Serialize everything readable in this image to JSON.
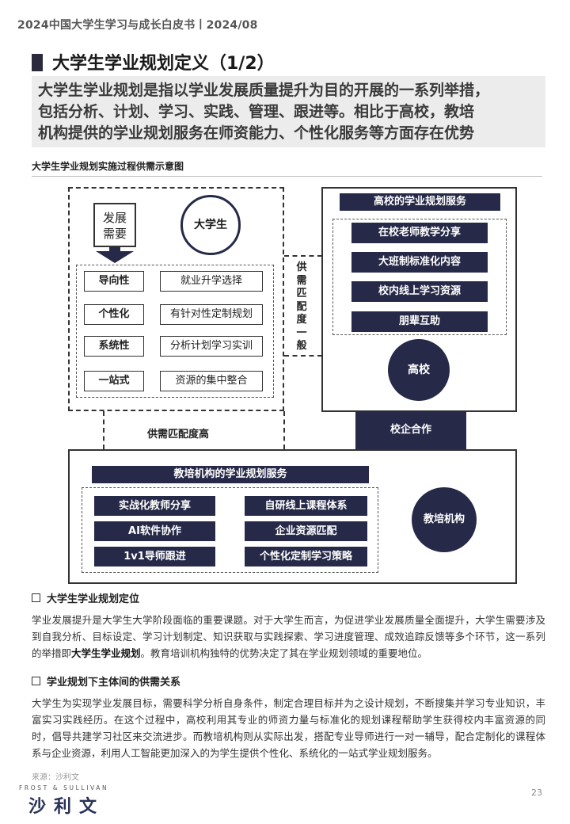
{
  "header": {
    "text": "2024中国大学生学习与成长白皮书丨2024/08"
  },
  "title": "大学生学业规划定义（1/2）",
  "summary": {
    "line1": "大学生学业规划是指以学业发展质量提升为目的开展的一系列举措，",
    "line2": "包括分析、计划、学习、实践、管理、跟进等。相比于高校，教培",
    "line3": "机构提供的学业规划服务在师资能力、个性化服务等方面存在优势"
  },
  "diagram": {
    "title": "大学生学业规划实施过程供需示意图",
    "needs_label": "发展\n需要",
    "student": "大学生",
    "traits": [
      {
        "key": "导向性",
        "value": "就业升学选择"
      },
      {
        "key": "个性化",
        "value": "有针对性定制规划"
      },
      {
        "key": "系统性",
        "value": "分析计划学习实训"
      },
      {
        "key": "一站式",
        "value": "资源的集中整合"
      }
    ],
    "match_general": "供需匹配度一般",
    "match_high": "供需匹配度高",
    "university_header": "高校的学业规划服务",
    "university_services": [
      "在校老师教学分享",
      "大班制标准化内容",
      "校内线上学习资源",
      "朋辈互助"
    ],
    "university": "高校",
    "cooperation": "校企合作",
    "institution_header": "教培机构的学业规划服务",
    "institution_services": [
      "实战化教师分享",
      "自研线上课程体系",
      "AI软件协作",
      "企业资源匹配",
      "1v1导师跟进",
      "个性化定制学习策略"
    ],
    "institution": "教培机构",
    "colors": {
      "navy": "#262a48",
      "summary_bg": "#ececec"
    }
  },
  "sections": [
    {
      "heading": "大学生学业规划定位",
      "text_before": "学业发展提升是大学生大学阶段面临的重要课题。对于大学生而言，为促进学业发展质量全面提升，大学生需要涉及到自我分析、目标设定、学习计划制定、知识获取与实践探索、学习进度管理、成效追踪反馈等多个环节，这一系列的举措即",
      "bold": "大学生学业规划",
      "text_after": "。教育培训机构独特的优势决定了其在学业规划领域的重要地位。"
    },
    {
      "heading": "学业规划下主体间的供需关系",
      "text": "大学生为实现学业发展目标，需要科学分析自身条件，制定合理目标并为之设计规划，不断搜集并学习专业知识，丰富实习实践经历。在这个过程中，高校利用其专业的师资力量与标准化的规划课程帮助学生获得校内丰富资源的同时，倡导共建学习社区来交流进步。而教培机构则从实际出发，搭配专业导师进行一对一辅导，配合定制化的课程体系与企业资源，利用人工智能更加深入的为学生提供个性化、系统化的一站式学业规划服务。"
    }
  ],
  "footer": {
    "source": "来源：沙利文",
    "brand_en": "FROST & SULLIVAN",
    "brand_cn": "沙利文",
    "page": "23"
  }
}
